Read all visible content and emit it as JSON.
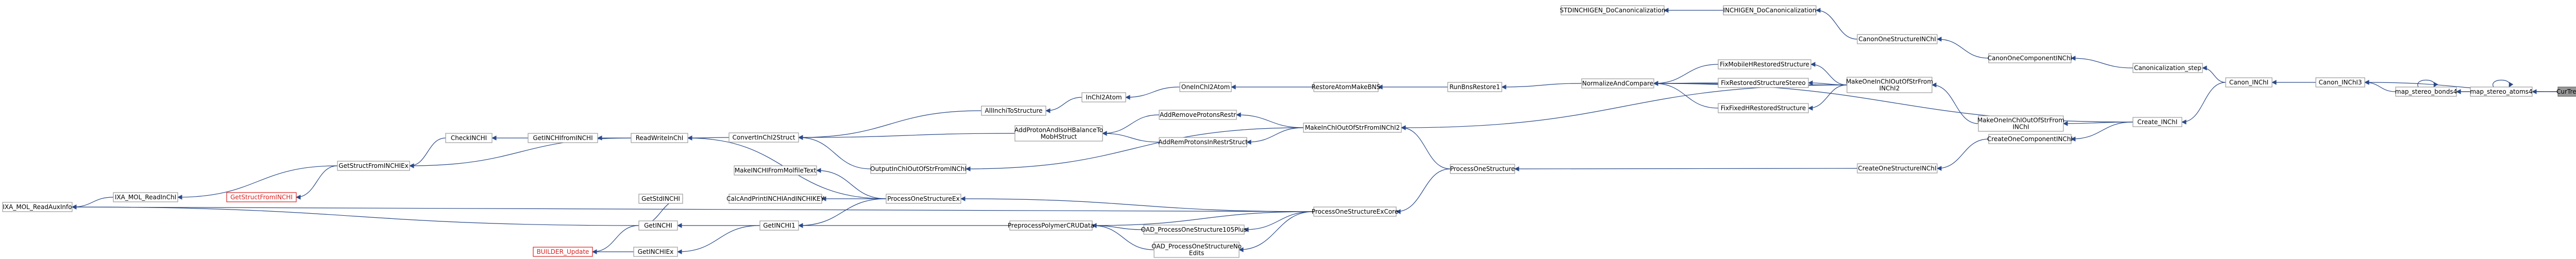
{
  "nodes": [
    {
      "id": "CurTreeSetPos",
      "label": [
        "CurTreeSetPos"
      ],
      "style": "focus"
    },
    {
      "id": "map_stereo_atoms4",
      "label": [
        "map_stereo_atoms4"
      ]
    },
    {
      "id": "map_stereo_bonds4",
      "label": [
        "map_stereo_bonds4"
      ]
    },
    {
      "id": "Canon_INChI3",
      "label": [
        "Canon_INChI3"
      ]
    },
    {
      "id": "Canon_INChI",
      "label": [
        "Canon_INChI"
      ]
    },
    {
      "id": "Canonicalization_step",
      "label": [
        "Canonicalization_step"
      ]
    },
    {
      "id": "Create_INChI",
      "label": [
        "Create_INChI"
      ]
    },
    {
      "id": "CanonOneComponentINChI",
      "label": [
        "CanonOneComponentINChI"
      ]
    },
    {
      "id": "CanonOneStructureINChI",
      "label": [
        "CanonOneStructureINChI"
      ]
    },
    {
      "id": "INCHIGEN_DoCanonicalization",
      "label": [
        "INCHIGEN_DoCanonicalization"
      ]
    },
    {
      "id": "STDINCHIGEN_DoCanonicalization",
      "label": [
        "STDINCHIGEN_DoCanonicalization"
      ]
    },
    {
      "id": "CreateOneComponentINChI",
      "label": [
        "CreateOneComponentINChI"
      ]
    },
    {
      "id": "CreateOneStructureINChI",
      "label": [
        "CreateOneStructureINChI"
      ]
    },
    {
      "id": "MakeOneInChIOutOfStrFromINChI",
      "label": [
        "MakeOneInChIOutOfStrFrom",
        "INChI"
      ]
    },
    {
      "id": "MakeOneInChIOutOfStrFromINChI2",
      "label": [
        "MakeOneInChIOutOfStrFrom",
        "INChI2"
      ]
    },
    {
      "id": "FixMobileHRestoredStructure",
      "label": [
        "FixMobileHRestoredStructure"
      ]
    },
    {
      "id": "FixRestoredStructureStereo",
      "label": [
        "FixRestoredStructureStereo"
      ]
    },
    {
      "id": "FixFixedHRestoredStructure",
      "label": [
        "FixFixedHRestoredStructure"
      ]
    },
    {
      "id": "NormalizeAndCompare",
      "label": [
        "NormalizeAndCompare"
      ]
    },
    {
      "id": "RunBnsRestoreOnce",
      "label": [
        "RunBnsRestore1"
      ]
    },
    {
      "id": "RestoreAtomMakeBNS",
      "label": [
        "RestoreAtomMakeBNS"
      ]
    },
    {
      "id": "OneInChI2Atom",
      "label": [
        "OneInChI2Atom"
      ]
    },
    {
      "id": "InChI2Atom",
      "label": [
        "InChI2Atom"
      ]
    },
    {
      "id": "AllInchiToStructure",
      "label": [
        "AllInchiToStructure"
      ]
    },
    {
      "id": "MakeInChIOutOfStrFromINChI2",
      "label": [
        "MakeInChIOutOfStrFromINChI2"
      ]
    },
    {
      "id": "AddRemoveProtonsRestr",
      "label": [
        "AddRemoveProtonsRestr"
      ]
    },
    {
      "id": "AddRemProtonsInRestrStruct",
      "label": [
        "AddRemProtonsInRestrStruct"
      ]
    },
    {
      "id": "AddProtonAndIsoHBalanceToMobHStruct",
      "label": [
        "AddProtonAndIsoHBalanceTo",
        "MobHStruct"
      ]
    },
    {
      "id": "ConvertInChI2Struct",
      "label": [
        "ConvertInChI2Struct"
      ]
    },
    {
      "id": "OutputInChIOutOfStrFromINChI",
      "label": [
        "OutputInChIOutOfStrFromINChI"
      ]
    },
    {
      "id": "ProcessOneStructure",
      "label": [
        "ProcessOneStructure"
      ]
    },
    {
      "id": "ProcessOneStructureExCore",
      "label": [
        "ProcessOneStructureExCore"
      ]
    },
    {
      "id": "ProcessOneStructureEx",
      "label": [
        "ProcessOneStructureEx"
      ]
    },
    {
      "id": "MakeINCHIFromMolfileText",
      "label": [
        "MakeINCHIFromMolfileText"
      ]
    },
    {
      "id": "CalcAndPrintINCHIAndINCHIKEY",
      "label": [
        "CalcAndPrintINCHIAndINCHIKEY"
      ]
    },
    {
      "id": "GetINCHI1",
      "label": [
        "GetINCHI1"
      ]
    },
    {
      "id": "GetStdINCHI",
      "label": [
        "GetStdINCHI"
      ]
    },
    {
      "id": "GetINCHI",
      "label": [
        "GetINCHI"
      ]
    },
    {
      "id": "GetINCHIEx",
      "label": [
        "GetINCHIEx"
      ]
    },
    {
      "id": "BUILDER_Update",
      "label": [
        "BUILDER_Update"
      ],
      "style": "red"
    },
    {
      "id": "PreprocessPolymerCRUData",
      "label": [
        "PreprocessPolymerCRUData"
      ]
    },
    {
      "id": "OAD_ProcessOneStructure105Plus",
      "label": [
        "OAD_ProcessOneStructure105Plus"
      ]
    },
    {
      "id": "OAD_ProcessOneStructureNoEdits",
      "label": [
        "OAD_ProcessOneStructureNo",
        "Edits"
      ]
    },
    {
      "id": "ReadWriteInChI",
      "label": [
        "ReadWriteInChI"
      ]
    },
    {
      "id": "GetINCHIfromINCHI",
      "label": [
        "GetINCHIfromINCHI"
      ]
    },
    {
      "id": "CheckINCHI",
      "label": [
        "CheckINCHI"
      ]
    },
    {
      "id": "GetStructFromINCHIEx",
      "label": [
        "GetStructFromINCHIEx"
      ]
    },
    {
      "id": "GetStructFromINCHI",
      "label": [
        "GetStructFromINCHI"
      ],
      "style": "red"
    },
    {
      "id": "IXA_MOL_ReadInChI",
      "label": [
        "IXA_MOL_ReadInChI"
      ]
    },
    {
      "id": "IXA_MOL_ReadAuxInfo",
      "label": [
        "IXA_MOL_ReadAuxInfo"
      ]
    }
  ],
  "edges": [
    [
      "CurTreeSetPos",
      "map_stereo_atoms4"
    ],
    [
      "CurTreeSetPos",
      "map_stereo_bonds4"
    ],
    [
      "CurTreeSetPos",
      "Canon_INChI3"
    ],
    [
      "map_stereo_atoms4",
      "map_stereo_atoms4"
    ],
    [
      "map_stereo_atoms4",
      "map_stereo_bonds4"
    ],
    [
      "map_stereo_bonds4",
      "map_stereo_bonds4"
    ],
    [
      "map_stereo_bonds4",
      "Canon_INChI3"
    ],
    [
      "Canon_INChI3",
      "Canon_INChI"
    ],
    [
      "Canon_INChI",
      "Canonicalization_step"
    ],
    [
      "Canon_INChI",
      "Create_INChI"
    ],
    [
      "Canonicalization_step",
      "CanonOneComponentINChI"
    ],
    [
      "CanonOneComponentINChI",
      "CanonOneStructureINChI"
    ],
    [
      "CanonOneStructureINChI",
      "INCHIGEN_DoCanonicalization"
    ],
    [
      "INCHIGEN_DoCanonicalization",
      "STDINCHIGEN_DoCanonicalization"
    ],
    [
      "Create_INChI",
      "CreateOneComponentINChI"
    ],
    [
      "Create_INChI",
      "MakeOneInChIOutOfStrFromINChI"
    ],
    [
      "Create_INChI",
      "NormalizeAndCompare"
    ],
    [
      "CreateOneComponentINChI",
      "CreateOneStructureINChI"
    ],
    [
      "CreateOneStructureINChI",
      "ProcessOneStructure"
    ],
    [
      "MakeOneInChIOutOfStrFromINChI",
      "MakeOneInChIOutOfStrFromINChI2"
    ],
    [
      "MakeOneInChIOutOfStrFromINChI2",
      "FixMobileHRestoredStructure"
    ],
    [
      "MakeOneInChIOutOfStrFromINChI2",
      "FixRestoredStructureStereo"
    ],
    [
      "MakeOneInChIOutOfStrFromINChI2",
      "FixFixedHRestoredStructure"
    ],
    [
      "MakeOneInChIOutOfStrFromINChI2",
      "NormalizeAndCompare"
    ],
    [
      "MakeOneInChIOutOfStrFromINChI2",
      "MakeInChIOutOfStrFromINChI2"
    ],
    [
      "FixMobileHRestoredStructure",
      "NormalizeAndCompare"
    ],
    [
      "FixRestoredStructureStereo",
      "NormalizeAndCompare"
    ],
    [
      "FixFixedHRestoredStructure",
      "NormalizeAndCompare"
    ],
    [
      "NormalizeAndCompare",
      "RunBnsRestoreOnce"
    ],
    [
      "RunBnsRestoreOnce",
      "RestoreAtomMakeBNS"
    ],
    [
      "RestoreAtomMakeBNS",
      "OneInChI2Atom"
    ],
    [
      "OneInChI2Atom",
      "InChI2Atom"
    ],
    [
      "InChI2Atom",
      "AllInchiToStructure"
    ],
    [
      "AllInchiToStructure",
      "ConvertInChI2Struct"
    ],
    [
      "MakeInChIOutOfStrFromINChI2",
      "AddRemoveProtonsRestr"
    ],
    [
      "MakeInChIOutOfStrFromINChI2",
      "AddRemProtonsInRestrStruct"
    ],
    [
      "MakeInChIOutOfStrFromINChI2",
      "OutputInChIOutOfStrFromINChI"
    ],
    [
      "AddRemoveProtonsRestr",
      "AddProtonAndIsoHBalanceToMobHStruct"
    ],
    [
      "AddRemProtonsInRestrStruct",
      "AddProtonAndIsoHBalanceToMobHStruct"
    ],
    [
      "AddProtonAndIsoHBalanceToMobHStruct",
      "ConvertInChI2Struct"
    ],
    [
      "OutputInChIOutOfStrFromINChI",
      "ConvertInChI2Struct"
    ],
    [
      "ConvertInChI2Struct",
      "ReadWriteInChI"
    ],
    [
      "ProcessOneStructure",
      "ProcessOneStructureExCore"
    ],
    [
      "ProcessOneStructure",
      "MakeInChIOutOfStrFromINChI2"
    ],
    [
      "ProcessOneStructureExCore",
      "ProcessOneStructureEx"
    ],
    [
      "ProcessOneStructureExCore",
      "PreprocessPolymerCRUData"
    ],
    [
      "ProcessOneStructureExCore",
      "OAD_ProcessOneStructure105Plus"
    ],
    [
      "ProcessOneStructureExCore",
      "OAD_ProcessOneStructureNoEdits"
    ],
    [
      "ProcessOneStructureExCore",
      "IXA_MOL_ReadAuxInfo"
    ],
    [
      "ProcessOneStructureEx",
      "MakeINCHIFromMolfileText"
    ],
    [
      "ProcessOneStructureEx",
      "CalcAndPrintINCHIAndINCHIKEY"
    ],
    [
      "ProcessOneStructureEx",
      "GetINCHI1"
    ],
    [
      "ProcessOneStructureEx",
      "ReadWriteInChI"
    ],
    [
      "PreprocessPolymerCRUData",
      "GetINCHI1"
    ],
    [
      "OAD_ProcessOneStructure105Plus",
      "PreprocessPolymerCRUData"
    ],
    [
      "OAD_ProcessOneStructureNoEdits",
      "PreprocessPolymerCRUData"
    ],
    [
      "GetINCHI1",
      "GetINCHI"
    ],
    [
      "GetINCHI1",
      "GetINCHIEx"
    ],
    [
      "GetINCHI",
      "GetStdINCHI"
    ],
    [
      "GetINCHI",
      "BUILDER_Update"
    ],
    [
      "GetINCHI",
      "IXA_MOL_ReadAuxInfo"
    ],
    [
      "GetINCHIEx",
      "BUILDER_Update"
    ],
    [
      "ReadWriteInChI",
      "GetINCHIfromINCHI"
    ],
    [
      "ReadWriteInChI",
      "GetStructFromINCHIEx"
    ],
    [
      "GetINCHIfromINCHI",
      "CheckINCHI"
    ],
    [
      "CheckINCHI",
      "GetStructFromINCHIEx"
    ],
    [
      "GetStructFromINCHIEx",
      "GetStructFromINCHI"
    ],
    [
      "GetStructFromINCHIEx",
      "IXA_MOL_ReadInChI"
    ],
    [
      "IXA_MOL_ReadInChI",
      "IXA_MOL_ReadAuxInfo"
    ]
  ]
}
